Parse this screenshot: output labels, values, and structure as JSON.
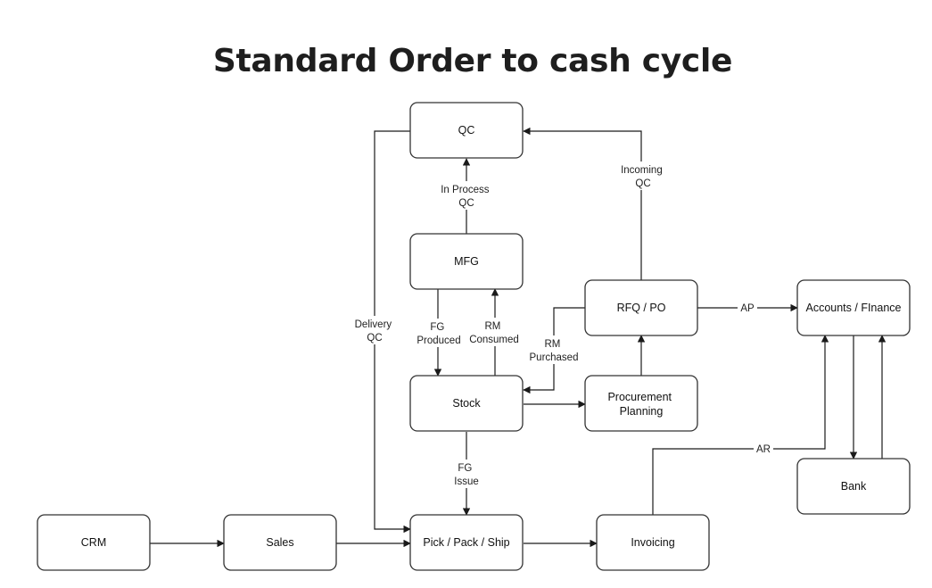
{
  "title": "Standard Order to cash cycle",
  "nodes": {
    "qc": "QC",
    "mfg": "MFG",
    "rfq_po": "RFQ / PO",
    "accounts_finance": "Accounts / FInance",
    "stock": "Stock",
    "procurement_planning_l1": "Procurement",
    "procurement_planning_l2": "Planning",
    "bank": "Bank",
    "crm": "CRM",
    "sales": "Sales",
    "pick_pack_ship": "Pick / Pack / Ship",
    "invoicing": "Invoicing"
  },
  "edges": {
    "in_process_qc_l1": "In Process",
    "in_process_qc_l2": "QC",
    "incoming_qc_l1": "Incoming",
    "incoming_qc_l2": "QC",
    "delivery_qc_l1": "Delivery",
    "delivery_qc_l2": "QC",
    "fg_produced_l1": "FG",
    "fg_produced_l2": "Produced",
    "rm_consumed_l1": "RM",
    "rm_consumed_l2": "Consumed",
    "rm_purchased_l1": "RM",
    "rm_purchased_l2": "Purchased",
    "ap": "AP",
    "ar": "AR",
    "fg_issue_l1": "FG",
    "fg_issue_l2": "Issue"
  }
}
